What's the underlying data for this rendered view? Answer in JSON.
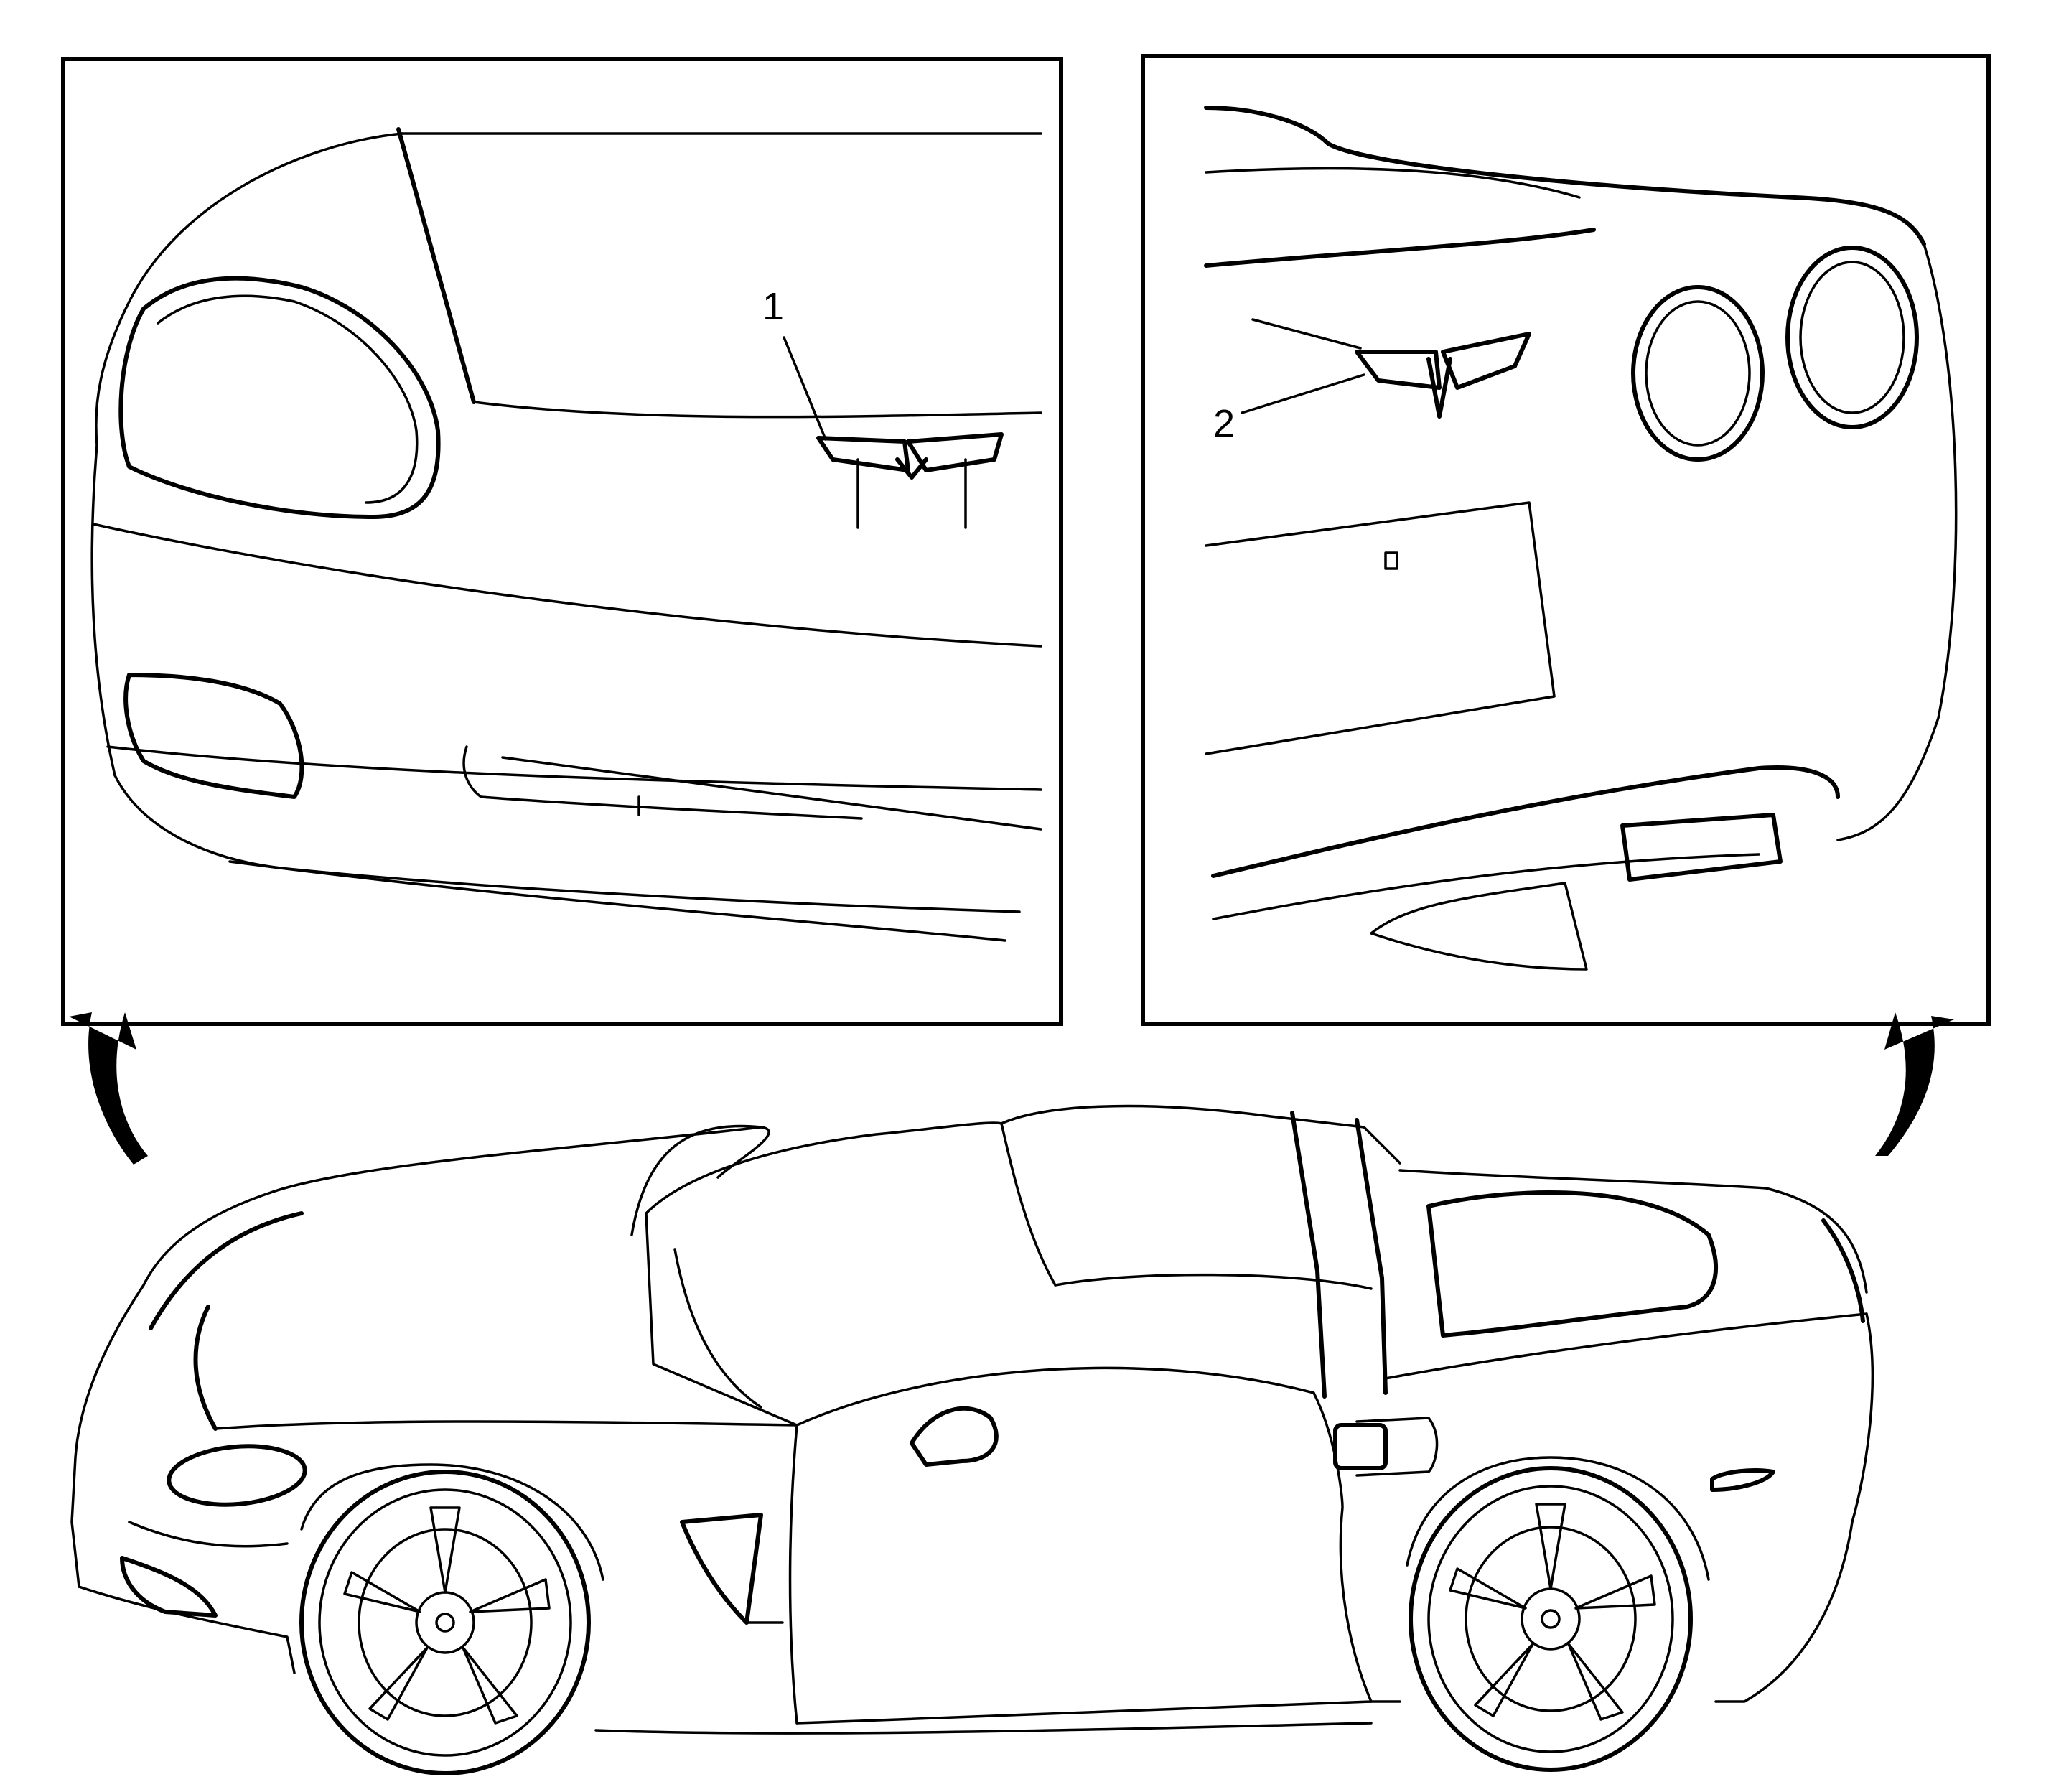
{
  "figure": {
    "callouts": [
      {
        "id": "1",
        "label": "1",
        "meaning": ""
      },
      {
        "id": "2",
        "label": "2",
        "meaning": ""
      }
    ]
  }
}
